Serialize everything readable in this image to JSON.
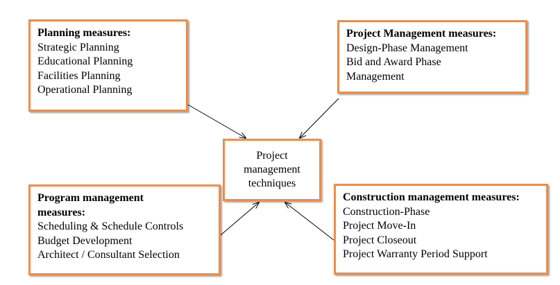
{
  "diagram": {
    "planning": {
      "title": "Planning measures:",
      "items": [
        "Strategic Planning",
        "Educational Planning",
        "Facilities Planning",
        "Operational Planning"
      ]
    },
    "project_management": {
      "title": "Project Management measures:",
      "items": [
        "Design-Phase Management",
        "Bid and Award Phase",
        "Management"
      ]
    },
    "center": {
      "lines": [
        "Project",
        "management",
        "techniques"
      ]
    },
    "program_management": {
      "title": "Program management measures:",
      "items": [
        "Scheduling & Schedule Controls",
        "Budget Development",
        "Architect / Consultant Selection"
      ]
    },
    "construction_management": {
      "title": "Construction management measures:",
      "items": [
        "Construction-Phase",
        "Project Move-In",
        "Project Closeout",
        "Project Warranty Period Support"
      ]
    },
    "colors": {
      "border": "#f08c46",
      "arrow": "#000000"
    }
  }
}
